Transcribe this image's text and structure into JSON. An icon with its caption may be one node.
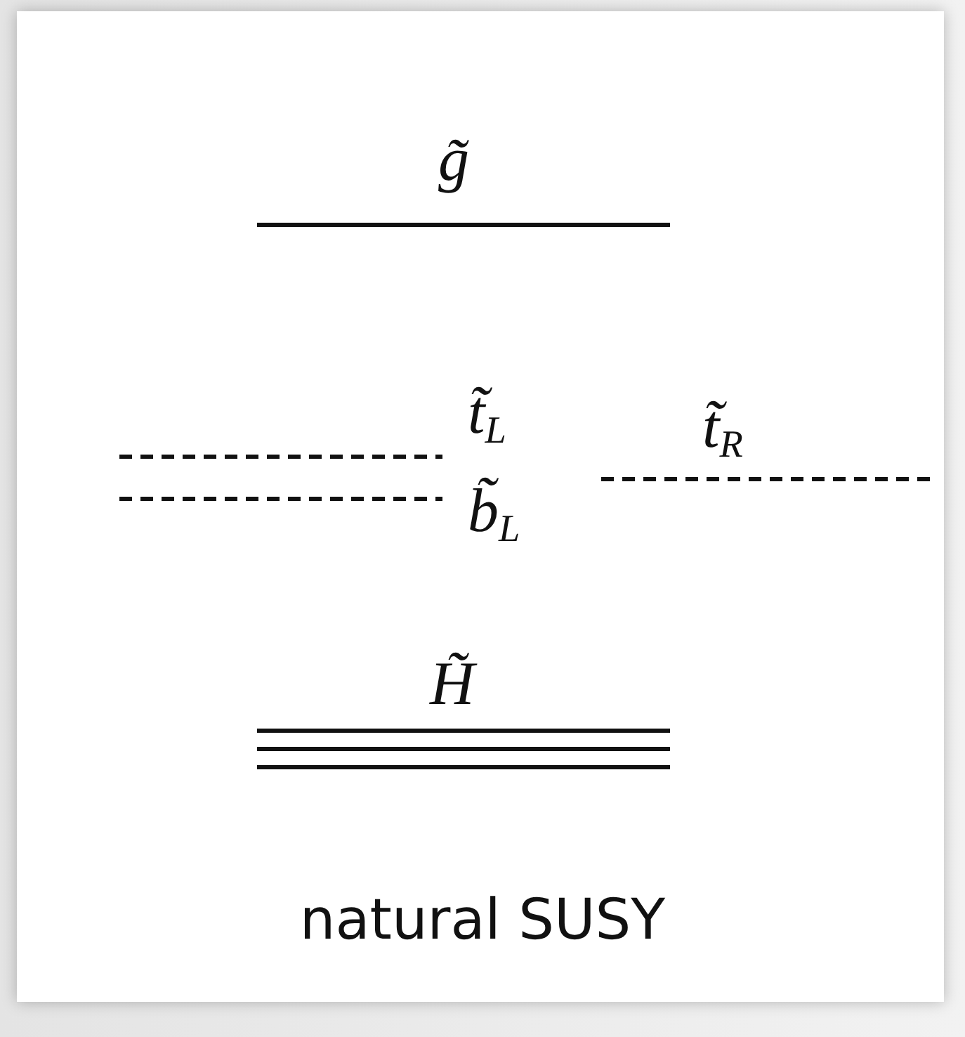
{
  "diagram": {
    "caption": "natural SUSY",
    "labels": [
      "g̃",
      "t̃$_{L}$",
      "b̃$_{L}$",
      "t̃$_{R}$",
      "H̃"
    ]
  }
}
